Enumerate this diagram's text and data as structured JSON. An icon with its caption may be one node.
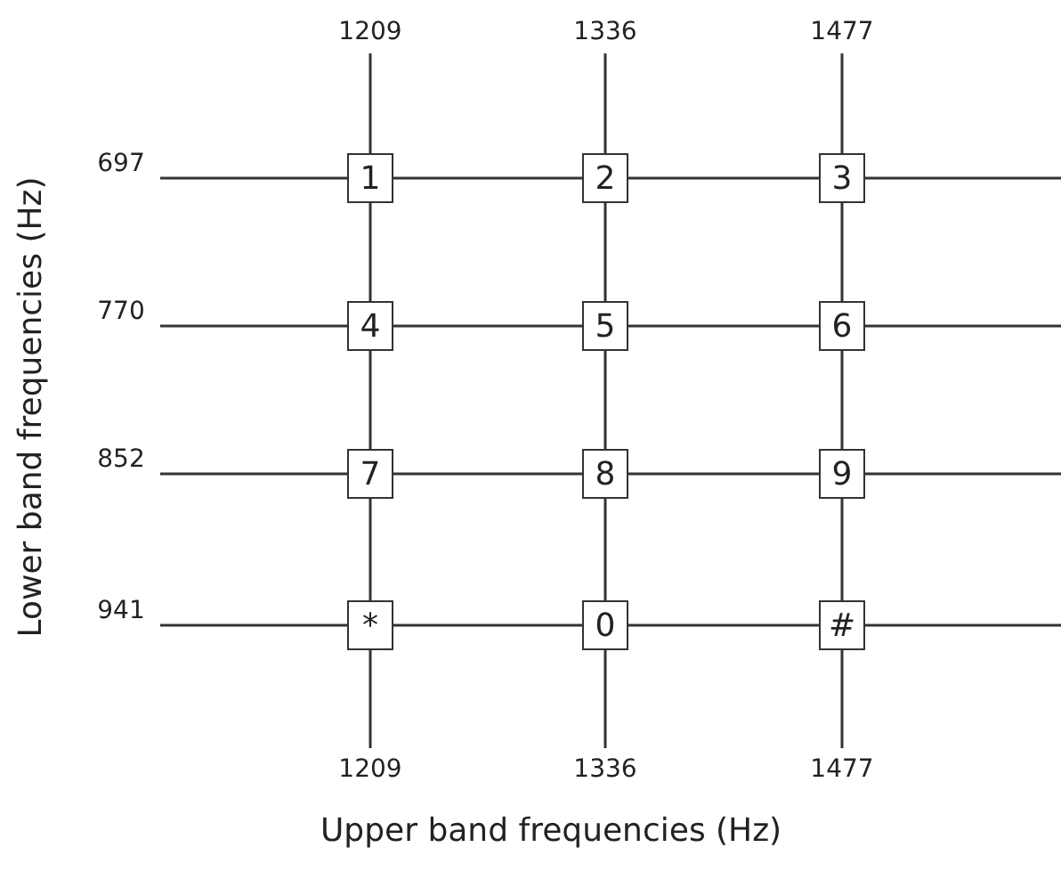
{
  "diagram": {
    "nodes": [
      {
        "text": [
          "1209"
        ]
      },
      {
        "text": [
          "1336"
        ]
      },
      {
        "text": [
          "1477"
        ]
      },
      {
        "text": [
          "697"
        ]
      },
      {
        "text": [
          "1"
        ]
      },
      {
        "text": [
          "2"
        ]
      },
      {
        "text": [
          "3"
        ]
      },
      {
        "text": [
          "770"
        ]
      },
      {
        "text": [
          "4"
        ]
      },
      {
        "text": [
          "5"
        ]
      },
      {
        "text": [
          "6"
        ]
      },
      {
        "text": [
          "852"
        ]
      },
      {
        "text": [
          "7"
        ]
      },
      {
        "text": [
          "8"
        ]
      },
      {
        "text": [
          "9"
        ]
      },
      {
        "text": [
          "941"
        ]
      },
      {
        "text": [
          "*"
        ]
      },
      {
        "text": [
          "0"
        ]
      },
      {
        "text": [
          "#"
        ]
      },
      {
        "text": [
          "1209"
        ]
      },
      {
        "text": [
          "1336"
        ]
      },
      {
        "text": [
          "1477"
        ]
      }
    ],
    "edges": [
      {
        "from": 0,
        "to": 4,
        "arrow": "none"
      },
      {
        "from": 1,
        "to": 5,
        "arrow": "none"
      },
      {
        "from": 2,
        "to": 6,
        "arrow": "none"
      },
      {
        "from": 3,
        "to": 4,
        "arrow": "none"
      },
      {
        "from": 4,
        "to": 5,
        "arrow": "none"
      },
      {
        "from": 5,
        "to": 6,
        "arrow": "none"
      },
      {
        "from": 6,
        "to": null,
        "arrow": "none"
      },
      {
        "from": 7,
        "to": 8,
        "arrow": "none"
      },
      {
        "from": 8,
        "to": 9,
        "arrow": "none"
      },
      {
        "from": 9,
        "to": 10,
        "arrow": "none"
      },
      {
        "from": 10,
        "to": null,
        "arrow": "none"
      },
      {
        "from": 11,
        "to": 12,
        "arrow": "none"
      },
      {
        "from": 12,
        "to": 13,
        "arrow": "none"
      },
      {
        "from": 13,
        "to": 14,
        "arrow": "none"
      },
      {
        "from": 14,
        "to": null,
        "arrow": "none"
      },
      {
        "from": 15,
        "to": 16,
        "arrow": "none"
      },
      {
        "from": 16,
        "to": 17,
        "arrow": "none"
      },
      {
        "from": 17,
        "to": 18,
        "arrow": "none"
      },
      {
        "from": 18,
        "to": null,
        "arrow": "none"
      },
      {
        "from": 4,
        "to": 8,
        "arrow": "none"
      },
      {
        "from": 5,
        "to": 9,
        "arrow": "none"
      },
      {
        "from": 6,
        "to": 10,
        "arrow": "none"
      },
      {
        "from": 8,
        "to": 12,
        "arrow": "none"
      },
      {
        "from": 9,
        "to": 13,
        "arrow": "none"
      },
      {
        "from": 10,
        "to": 14,
        "arrow": "none"
      },
      {
        "from": 12,
        "to": 16,
        "arrow": "none"
      },
      {
        "from": 13,
        "to": 17,
        "arrow": "none"
      },
      {
        "from": 14,
        "to": 18,
        "arrow": "none"
      },
      {
        "from": 16,
        "to": 19,
        "arrow": "none"
      },
      {
        "from": 17,
        "to": 20,
        "arrow": "none"
      },
      {
        "from": 18,
        "to": 21,
        "arrow": "none"
      }
    ],
    "labels": [
      "Lower band frequencies (Hz)",
      "Upper band frequencies (Hz)"
    ]
  }
}
